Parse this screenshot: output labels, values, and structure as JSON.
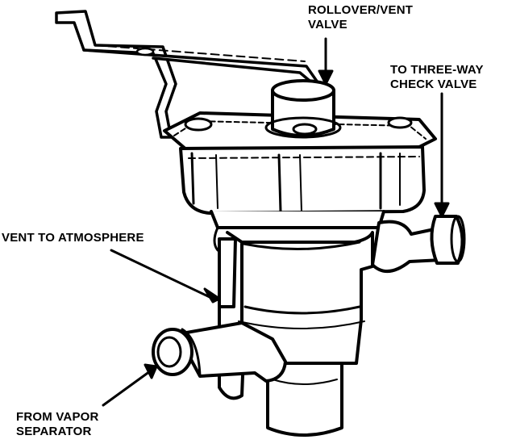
{
  "labels": {
    "rollover_vent": {
      "line1": "ROLLOVER/VENT",
      "line2": "VALVE"
    },
    "three_way": {
      "line1": "TO THREE-WAY",
      "line2": "CHECK VALVE"
    },
    "vent_atmosphere": {
      "line1": "VENT TO ATMOSPHERE"
    },
    "vapor_separator": {
      "line1": "FROM VAPOR",
      "line2": "SEPARATOR"
    }
  },
  "colors": {
    "ink": "#000000",
    "paper": "#ffffff"
  },
  "icons": {
    "arrow": "arrow-head-icon"
  }
}
